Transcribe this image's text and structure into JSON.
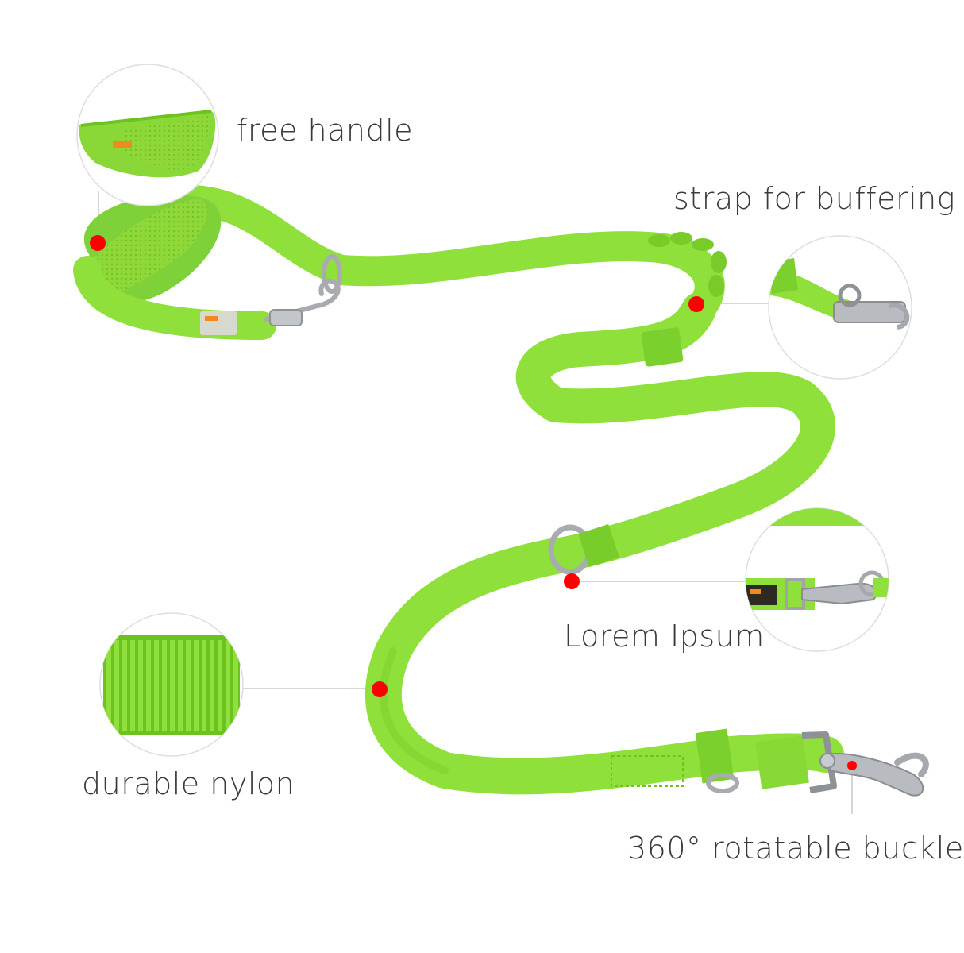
{
  "labels": {
    "free_handle": "free handle",
    "strap_buffering": "strap for buffering",
    "lorem": "Lorem Ipsum",
    "nylon": "durable nylon",
    "buckle": "360° rotatable buckle"
  },
  "colors": {
    "leash": "#8fe03a",
    "leash_dark": "#6cc21e",
    "leash_light": "#b4f06a",
    "marker": "#ff0000",
    "connector": "#c8c8c8",
    "metal": "#b8bcc0",
    "text": "#3a3a3a"
  }
}
